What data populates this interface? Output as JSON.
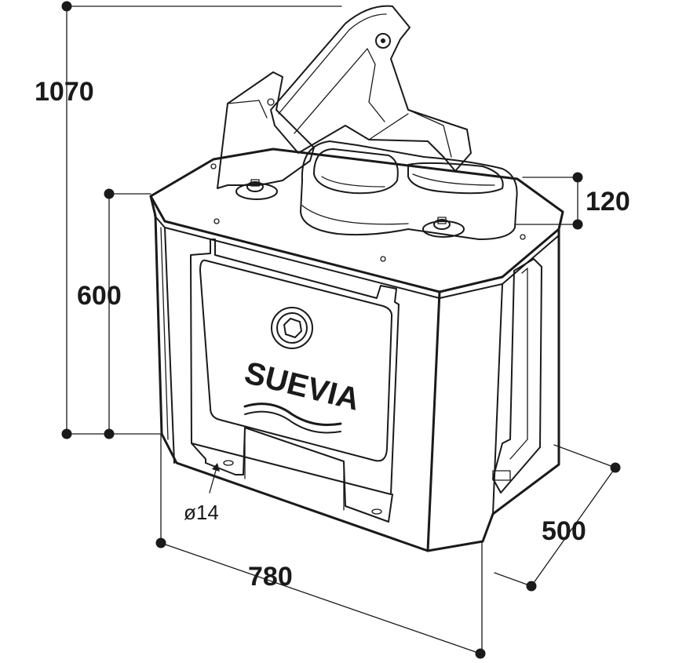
{
  "dimensions": {
    "overall_height": "1070",
    "body_height": "600",
    "bowl_height": "120",
    "width": "780",
    "depth": "500",
    "hole_diameter": "ø14"
  },
  "brand": {
    "name": "SUEVIA"
  },
  "colors": {
    "line": "#1a1a1a",
    "background": "#ffffff"
  }
}
